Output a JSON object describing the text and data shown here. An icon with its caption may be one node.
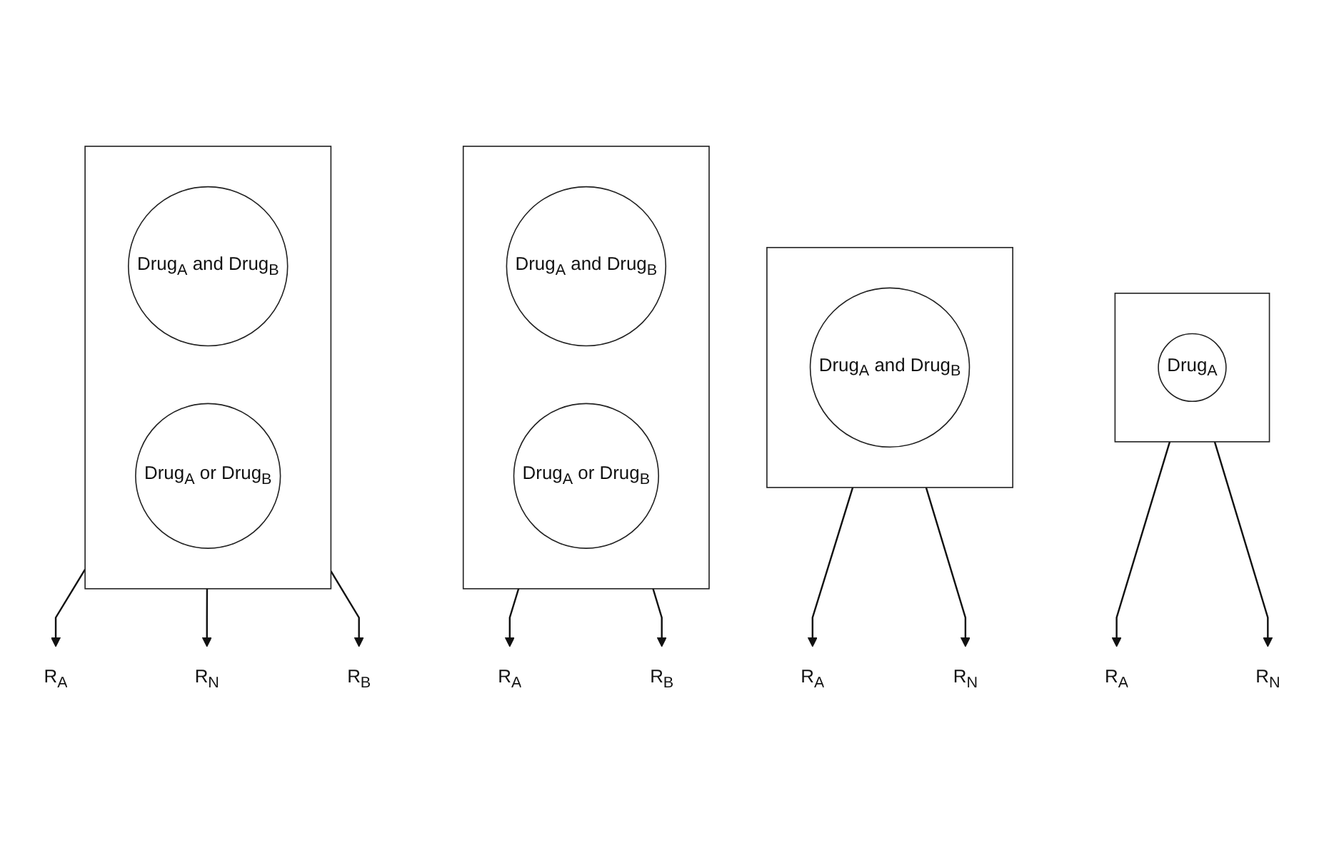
{
  "diagram": {
    "nodes": [
      {
        "text": [],
        "shape": "box"
      },
      {
        "text": [
          "Drug$_{A}$"
        ],
        "in": 0
      },
      {
        "text": [
          "R$_{A}$"
        ]
      },
      {
        "text": [
          "R$_{N}$"
        ]
      },
      {
        "text": [],
        "shape": "box"
      },
      {
        "text": [
          "Drug$_{A}$ and Drug$_{B}$"
        ],
        "in": 4
      },
      {
        "text": [
          "R$_{A}$"
        ]
      },
      {
        "text": [
          "R$_{N}$"
        ]
      },
      {
        "text": [],
        "shape": "box"
      },
      {
        "text": [
          "Drug$_{A}$ and Drug$_{B}$"
        ],
        "in": 8
      },
      {
        "text": [
          "Drug$_{A}$ or Drug$_{B}$"
        ],
        "in": 8
      },
      {
        "text": [
          "R$_{A}$"
        ]
      },
      {
        "text": [
          "R$_{B}$"
        ]
      },
      {
        "text": [],
        "shape": "box"
      },
      {
        "text": [
          "Drug$_{A}$ and Drug$_{B}$"
        ],
        "in": 13
      },
      {
        "text": [
          "Drug$_{A}$ or Drug$_{B}$"
        ],
        "in": 13
      },
      {
        "text": [
          "R$_{A}$"
        ]
      },
      {
        "text": [
          "R$_{N}$"
        ]
      },
      {
        "text": [
          "R$_{B}$"
        ]
      }
    ],
    "edges": [
      {
        "from": 0,
        "to": 2,
        "arrow": "to"
      },
      {
        "from": 0,
        "to": 3,
        "arrow": "to"
      },
      {
        "from": 4,
        "to": 6,
        "arrow": "to"
      },
      {
        "from": 4,
        "to": 7,
        "arrow": "to"
      },
      {
        "from": 8,
        "to": 11,
        "arrow": "to"
      },
      {
        "from": 8,
        "to": 12,
        "arrow": "to"
      },
      {
        "from": 13,
        "to": 16,
        "arrow": "to"
      },
      {
        "from": 13,
        "to": 17,
        "arrow": "to"
      },
      {
        "from": 13,
        "to": 18,
        "arrow": "to"
      }
    ]
  }
}
